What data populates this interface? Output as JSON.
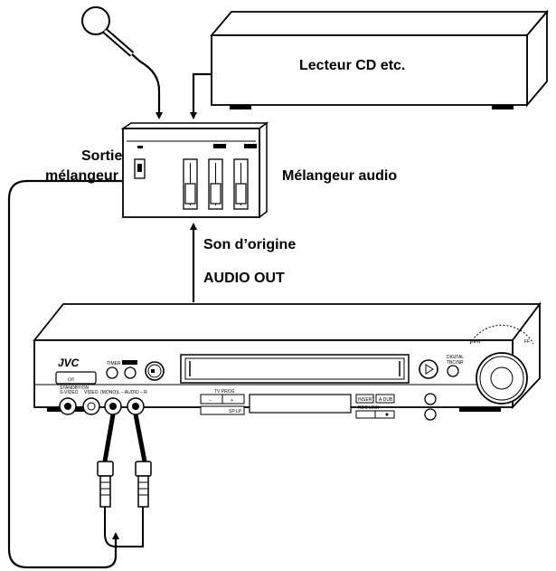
{
  "labels": {
    "cd_player": "Lecteur CD etc.",
    "mixer_output_line1": "Sortie",
    "mixer_output_line2": "mélangeur",
    "audio_mixer": "Mélangeur audio",
    "original_sound": "Son d’origine",
    "audio_out": "AUDIO OUT"
  },
  "vcr": {
    "brand": "JVC",
    "timer": "TIMER",
    "standby_on": "STANDBY/ON",
    "power_symbol": "⏻/I",
    "s_video": "S-VIDEO",
    "video": "VIDEO",
    "audio_mono": "(MONO)L – AUDIO – R",
    "tv_prog": "TV PROG",
    "minus": "–",
    "plus": "+",
    "insert": "INSERT",
    "a_dub": "A.DUB",
    "rec_link": "REC LINK",
    "sp_lp": "SP LP",
    "digital": "DIGITAL",
    "tbc_nr": "TBC/NR",
    "rew": "REW",
    "ff": "FF"
  }
}
